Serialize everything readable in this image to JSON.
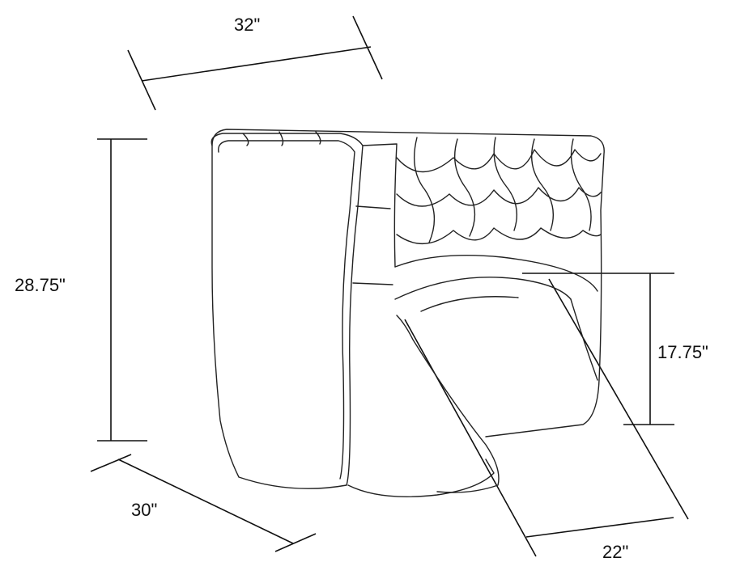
{
  "dimensions": {
    "width": "32\"",
    "height": "28.75\"",
    "depth": "30\"",
    "seat_height": "17.75\"",
    "seat_depth": "22\""
  }
}
